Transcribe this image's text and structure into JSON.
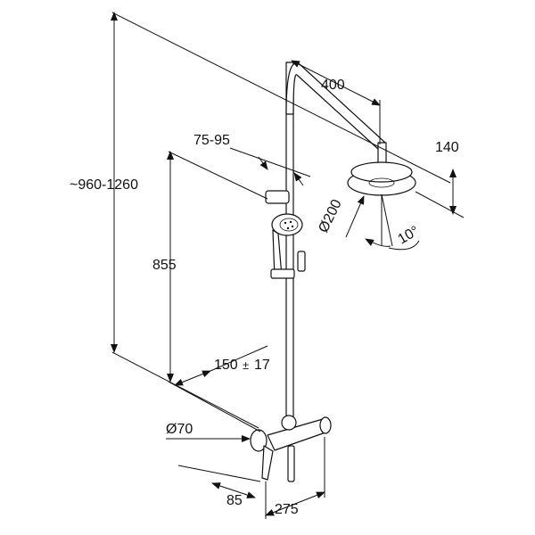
{
  "dimensions": {
    "overall_height": "~960-1260",
    "handshower_height": "855",
    "arm_projection": "400",
    "head_drop": "140",
    "head_diameter": "Ø200",
    "head_tilt": "10°",
    "holder_range": "75-95",
    "wall_distance_base": "150",
    "wall_distance_tolerance": "17",
    "connection_diameter": "Ø70",
    "lever_length": "85",
    "mixer_width": "275"
  }
}
